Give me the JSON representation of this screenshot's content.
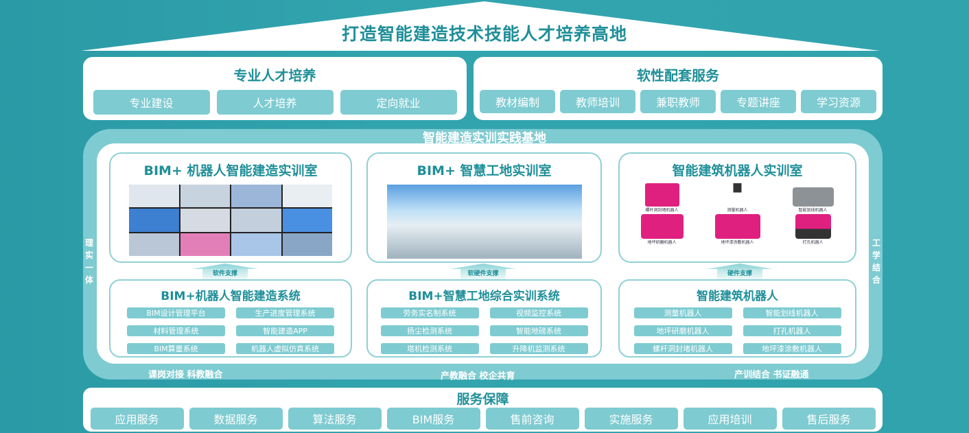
{
  "title": "打造智能建造技术技能人才培养高地",
  "talent": {
    "heading": "专业人才培养",
    "items": [
      "专业建设",
      "人才培养",
      "定向就业"
    ]
  },
  "soft": {
    "heading": "软性配套服务",
    "items": [
      "教材编制",
      "教师培训",
      "兼职教师",
      "专题讲座",
      "学习资源"
    ]
  },
  "base": {
    "heading": "智能建造实训实践基地",
    "left_side": [
      "理",
      "实",
      "一",
      "体"
    ],
    "right_side": [
      "工",
      "学",
      "结",
      "合"
    ],
    "footers": [
      "课岗对接 科教融合",
      "产教融合 校企共育",
      "产训结合 书证融通"
    ],
    "labs": [
      {
        "title": "BIM+ 机器人智能建造实训室",
        "arrow": "软件支撑",
        "system": "BIM+机器人智能建造系统",
        "items": [
          "BIM设计管理平台",
          "生产进度管理系统",
          "材料管理系统",
          "智能建造APP",
          "BIM算量系统",
          "机器人虚拟仿真系统"
        ]
      },
      {
        "title": "BIM+ 智慧工地实训室",
        "arrow": "软硬件支撑",
        "system": "BIM+智慧工地综合实训系统",
        "items": [
          "劳务实名制系统",
          "视频监控系统",
          "扬尘检测系统",
          "智能地磅系统",
          "塔机检测系统",
          "升降机监测系统"
        ]
      },
      {
        "title": "智能建筑机器人实训室",
        "arrow": "硬件支撑",
        "system": "智能建筑机器人",
        "items": [
          "测量机器人",
          "智能划线机器人",
          "地坪研磨机器人",
          "打孔机器人",
          "螺杆洞封堵机器人",
          "地坪漆涂敷机器人"
        ],
        "robots": [
          "螺杆洞封堵机器人",
          "测量机器人",
          "智能划线机器人",
          "地坪研磨机器人",
          "地坪漆涂敷机器人",
          "打孔机器人"
        ]
      }
    ]
  },
  "services": {
    "heading": "服务保障",
    "items": [
      "应用服务",
      "数据服务",
      "算法服务",
      "BIM服务",
      "售前咨询",
      "实施服务",
      "应用培训",
      "售后服务"
    ]
  },
  "colors": {
    "background": "#2fa2ad",
    "accent": "#1f8f99",
    "chip": "#7ecbd1",
    "robot": "#e0207f"
  }
}
